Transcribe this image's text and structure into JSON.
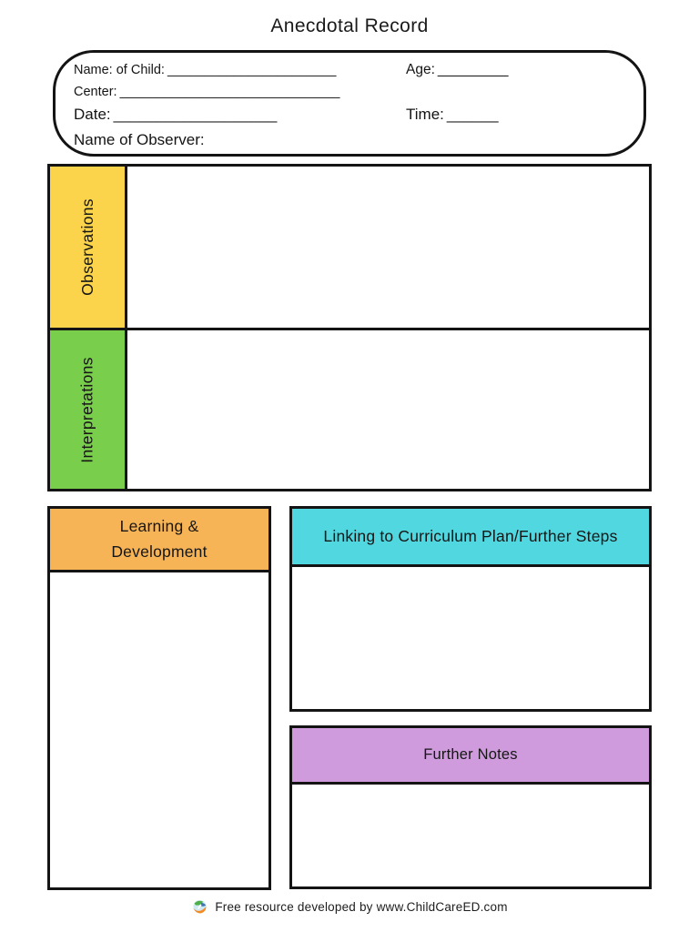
{
  "title": "Anecdotal Record",
  "info_box": {
    "name_of_child": {
      "label": "Name: of Child:",
      "blank": "_______________________"
    },
    "age": {
      "label": "Age:",
      "blank": "_________"
    },
    "center": {
      "label": "Center:",
      "blank": "______________________________"
    },
    "date": {
      "label": "Date:",
      "blank": "___________________"
    },
    "time": {
      "label": "Time:",
      "blank": "______"
    },
    "observer": {
      "label": "Name of Observer:",
      "blank": ""
    }
  },
  "sections": {
    "observations": {
      "label": "Observations",
      "color": "#FBD44C"
    },
    "interpretations": {
      "label": "Interpretations",
      "color": "#79CE4B"
    },
    "learning": {
      "label": "Learning & Development",
      "color": "#F6B457"
    },
    "curriculum": {
      "label": "Linking to Curriculum Plan/Further Steps",
      "color": "#50D7DF"
    },
    "further_notes": {
      "label": "Further Notes",
      "color": "#CF9BDD"
    }
  },
  "footer": {
    "logo": "childcareed-globe-logo",
    "text": "Free resource developed by www.ChildCareED.com"
  }
}
